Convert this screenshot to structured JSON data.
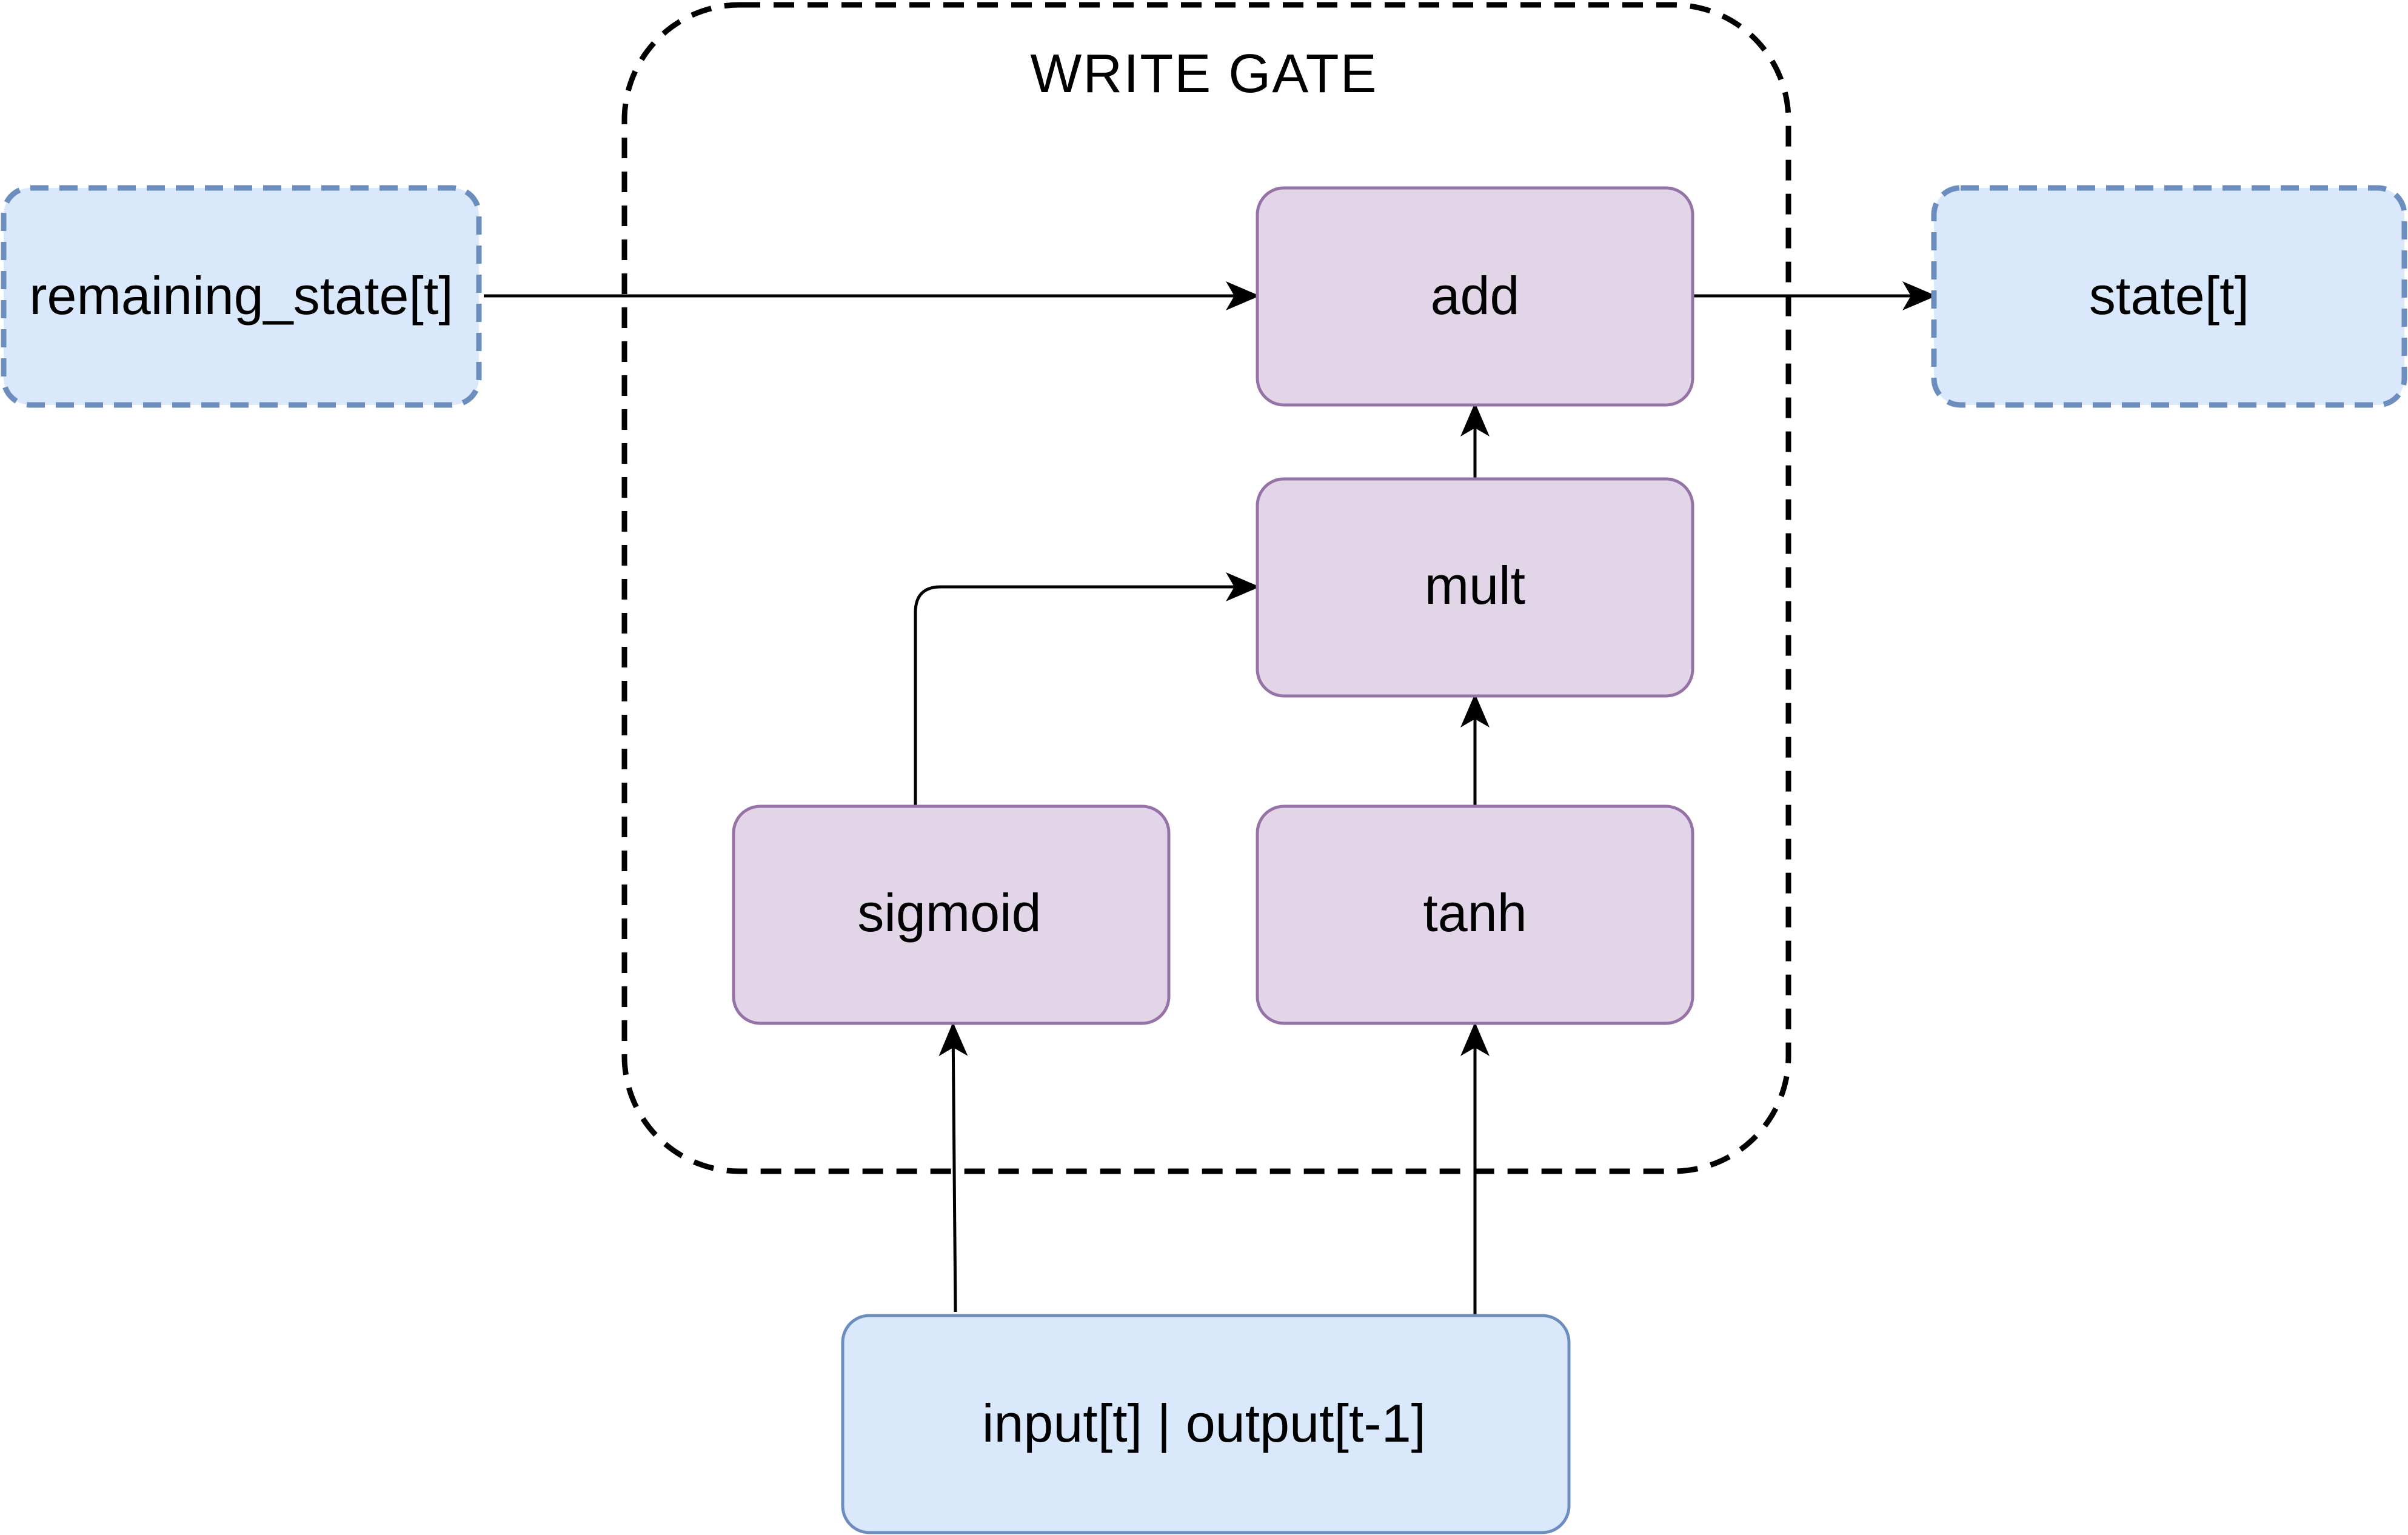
{
  "title": "WRITE GATE",
  "nodes": {
    "remaining_state": {
      "label": "remaining_state[t]"
    },
    "state_out": {
      "label": "state[t]"
    },
    "add": {
      "label": "add"
    },
    "mult": {
      "label": "mult"
    },
    "sigmoid": {
      "label": "sigmoid"
    },
    "tanh": {
      "label": "tanh"
    },
    "input": {
      "label": "input[t] | output[t-1]"
    }
  },
  "edges": [
    {
      "from": "remaining_state[t]",
      "to": "add"
    },
    {
      "from": "add",
      "to": "state[t]"
    },
    {
      "from": "mult",
      "to": "add"
    },
    {
      "from": "sigmoid",
      "to": "mult"
    },
    {
      "from": "tanh",
      "to": "mult"
    },
    {
      "from": "input[t] | output[t-1]",
      "to": "sigmoid"
    },
    {
      "from": "input[t] | output[t-1]",
      "to": "tanh"
    }
  ],
  "colors": {
    "io_fill": "#dae8fc",
    "io_stroke": "#6c8ebf",
    "op_fill": "#e1d5e7",
    "op_stroke": "#9673a6",
    "group_stroke": "#000000",
    "edge": "#000000"
  }
}
